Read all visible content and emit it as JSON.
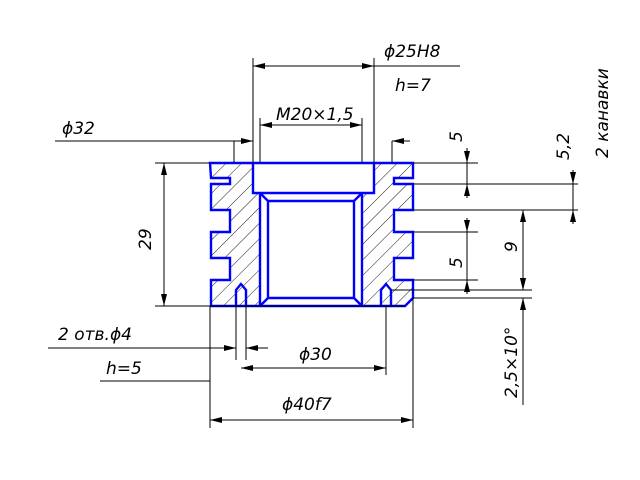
{
  "colors": {
    "outline": "#0000ff",
    "dimension": "#000000",
    "background": "#ffffff"
  },
  "labels": {
    "d25": "ϕ25H8",
    "h7": "h=7",
    "grooves": "2 канавки",
    "thread": "M20×1,5",
    "d32": "ϕ32",
    "dim5_top": "5",
    "dim5_2": "5,2",
    "dim29": "29",
    "dim9": "9",
    "dim5_bottom": "5",
    "holes": "2 отв.ϕ4",
    "h5": "h=5",
    "d30": "ϕ30",
    "chamfer": "2,5×10°",
    "d40": "ϕ40f7"
  }
}
